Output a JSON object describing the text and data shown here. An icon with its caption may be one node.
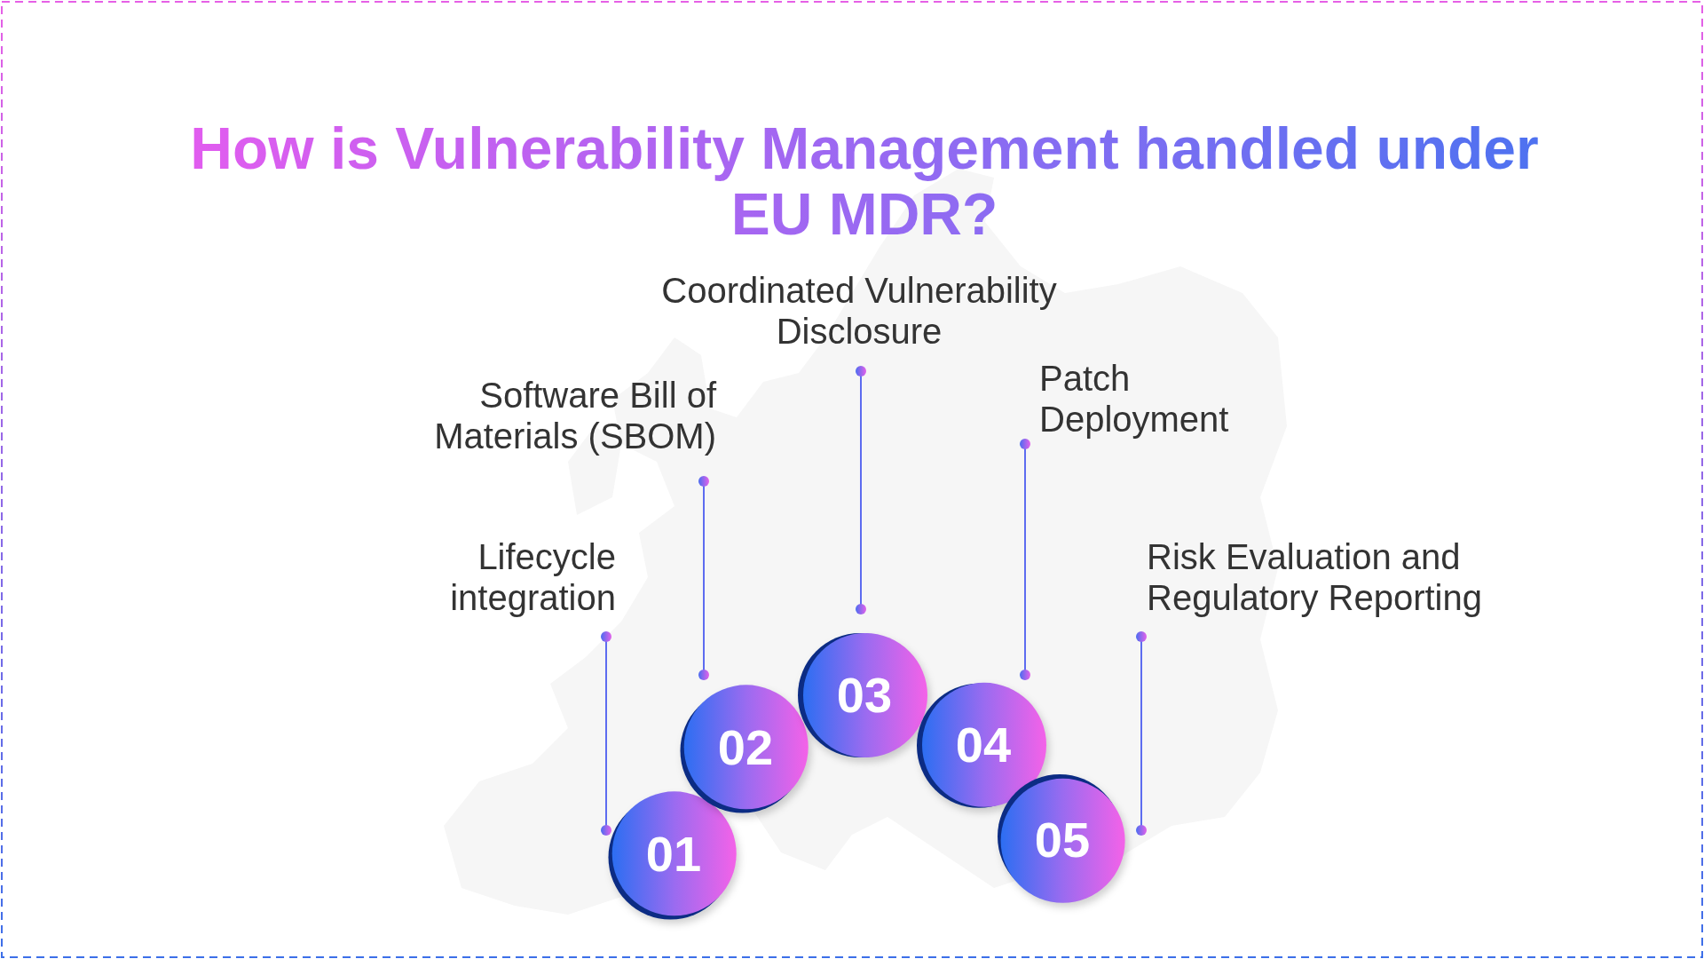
{
  "diagram": {
    "title": "How is Vulnerability Management handled under EU MDR?",
    "nodes": [
      {
        "text": [
          "Lifecycle integration"
        ]
      },
      {
        "text": [
          "01"
        ]
      },
      {
        "text": [
          "Software Bill of Materials (SBOM)"
        ]
      },
      {
        "text": [
          "02"
        ]
      },
      {
        "text": [
          "Coordinated Vulnerability Disclosure"
        ]
      },
      {
        "text": [
          "03"
        ]
      },
      {
        "text": [
          "Patch Deployment"
        ]
      },
      {
        "text": [
          "04"
        ]
      },
      {
        "text": [
          "Risk Evaluation and Regulatory Reporting"
        ]
      },
      {
        "text": [
          "05"
        ]
      }
    ],
    "edges": [
      {
        "from": 0,
        "to": 1,
        "arrow": "other"
      },
      {
        "from": 2,
        "to": 3,
        "arrow": "other"
      },
      {
        "from": 4,
        "to": 5,
        "arrow": "other"
      },
      {
        "from": 6,
        "to": 7,
        "arrow": "other"
      },
      {
        "from": 8,
        "to": 9,
        "arrow": "other"
      }
    ]
  }
}
